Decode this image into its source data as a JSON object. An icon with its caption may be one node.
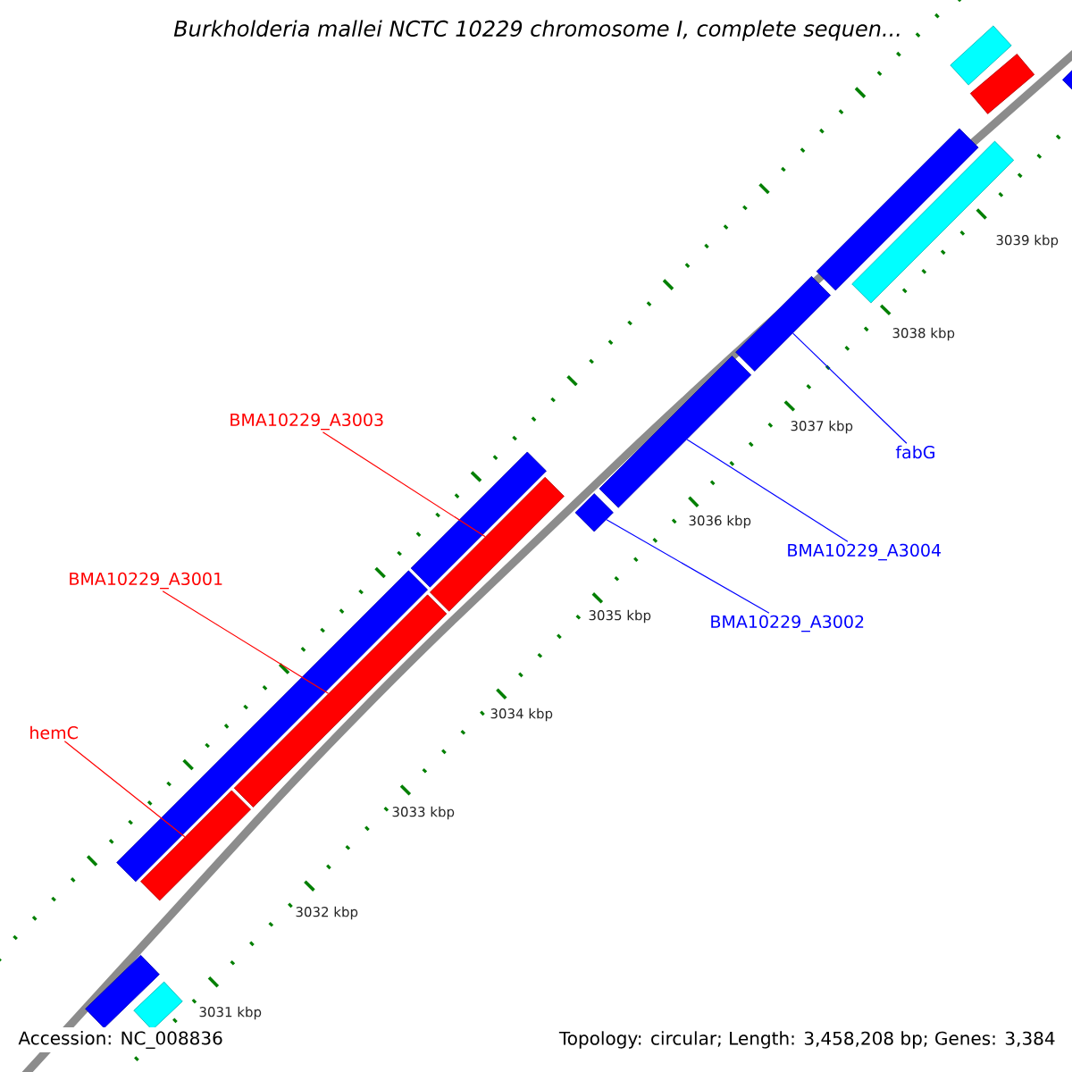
{
  "diagram": {
    "title": "Burkholderia mallei NCTC 10229 chromosome I, complete sequen...",
    "nodes": [
      {
        "text": [
          "BMA10229_A3003"
        ]
      },
      {
        "text": [
          "fabG"
        ]
      },
      {
        "text": [
          "BMA10229_A3004"
        ]
      },
      {
        "text": [
          "BMA10229_A3001"
        ]
      },
      {
        "text": [
          "BMA10229_A3002"
        ]
      },
      {
        "text": [
          "hemC"
        ]
      },
      {
        "text": [],
        "shape": "bar"
      },
      {
        "text": [],
        "shape": "bar"
      },
      {
        "text": [],
        "shape": "bar"
      },
      {
        "text": [],
        "shape": "bar"
      },
      {
        "text": [],
        "shape": "bar"
      },
      {
        "text": [],
        "shape": "bar"
      },
      {
        "text": [],
        "shape": "bar"
      },
      {
        "text": [],
        "shape": "bar"
      },
      {
        "text": [],
        "shape": "bar"
      },
      {
        "text": [],
        "shape": "bar"
      },
      {
        "text": [],
        "shape": "bar"
      },
      {
        "text": [],
        "shape": "bar"
      },
      {
        "text": [],
        "shape": "bar"
      },
      {
        "text": [],
        "shape": "bar"
      },
      {
        "text": [],
        "shape": "bar"
      }
    ],
    "edges": [
      {
        "from": 0,
        "to": 8,
        "arrow": "none",
        "color": "#ff0000"
      },
      {
        "from": 1,
        "to": 11,
        "arrow": "none",
        "color": "#0000ff"
      },
      {
        "from": 2,
        "to": 10,
        "arrow": "none",
        "color": "#0000ff"
      },
      {
        "from": 3,
        "to": 7,
        "arrow": "none",
        "color": "#ff0000"
      },
      {
        "from": 4,
        "to": 9,
        "arrow": "none",
        "color": "#0000ff"
      },
      {
        "from": 5,
        "to": 6,
        "arrow": "none",
        "color": "#ff0000"
      }
    ],
    "labels": [
      "3039 kbp",
      "3038 kbp",
      "3037 kbp",
      "3036 kbp",
      "3035 kbp",
      "3034 kbp",
      "3033 kbp",
      "3032 kbp",
      "3031 kbp",
      "Accession: NC_008836",
      "Topology: circular; Length: 3,458,208 bp; Genes: 3,384"
    ]
  }
}
